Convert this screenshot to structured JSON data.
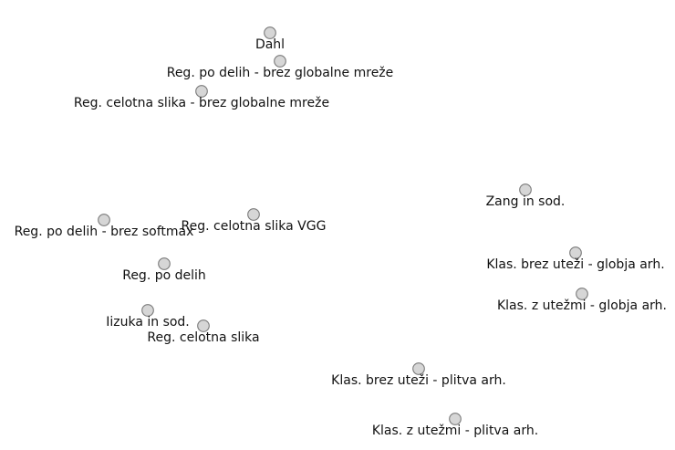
{
  "nodes": [
    {
      "id": "dahl",
      "label": "Dahl"
    },
    {
      "id": "reg-po-delih-brez-globalne",
      "label": "Reg. po delih - brez globalne mreže"
    },
    {
      "id": "reg-celotna-brez-globalne",
      "label": "Reg. celotna slika - brez globalne mreže"
    },
    {
      "id": "zang",
      "label": "Zang in sod."
    },
    {
      "id": "reg-celotna-vgg",
      "label": "Reg. celotna slika VGG"
    },
    {
      "id": "reg-po-delih-brez-softmax",
      "label": "Reg. po delih - brez softmax"
    },
    {
      "id": "klas-brez-utezi-globja",
      "label": "Klas. brez uteži - globja arh."
    },
    {
      "id": "reg-po-delih",
      "label": "Reg. po delih"
    },
    {
      "id": "klas-z-utezmi-globja",
      "label": "Klas. z utežmi - globja arh."
    },
    {
      "id": "iizuka",
      "label": "Iizuka in sod."
    },
    {
      "id": "reg-celotna",
      "label": "Reg. celotna slika"
    },
    {
      "id": "klas-brez-utezi-plitva",
      "label": "Klas. brez uteži - plitva arh."
    },
    {
      "id": "klas-z-utezmi-plitva",
      "label": "Klas. z utežmi - plitva arh."
    }
  ]
}
